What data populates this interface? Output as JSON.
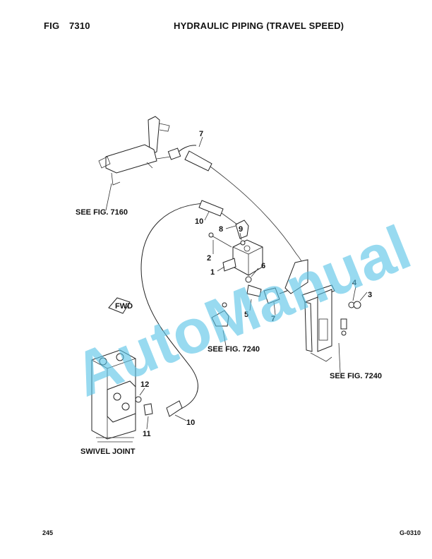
{
  "header": {
    "fig_label": "FIG",
    "fig_number": "7310",
    "title": "HYDRAULIC PIPING (TRAVEL SPEED)"
  },
  "callouts": {
    "c7a": "7",
    "c10a": "10",
    "c8": "8",
    "c9": "9",
    "c2": "2",
    "c1": "1",
    "c6": "6",
    "c5": "5",
    "c7b": "7",
    "c4": "4",
    "c3": "3",
    "c12": "12",
    "c11": "11",
    "c10b": "10"
  },
  "references": {
    "see_7160": "SEE FIG. 7160",
    "see_7240_center": "SEE FIG. 7240",
    "see_7240_right": "SEE FIG. 7240",
    "swivel_joint": "SWIVEL JOINT",
    "fwd": "FWD"
  },
  "watermark": {
    "text": "AutoManual",
    "color": "#59c3e6"
  },
  "footer": {
    "page_number": "245",
    "doc_code": "G-0310"
  }
}
